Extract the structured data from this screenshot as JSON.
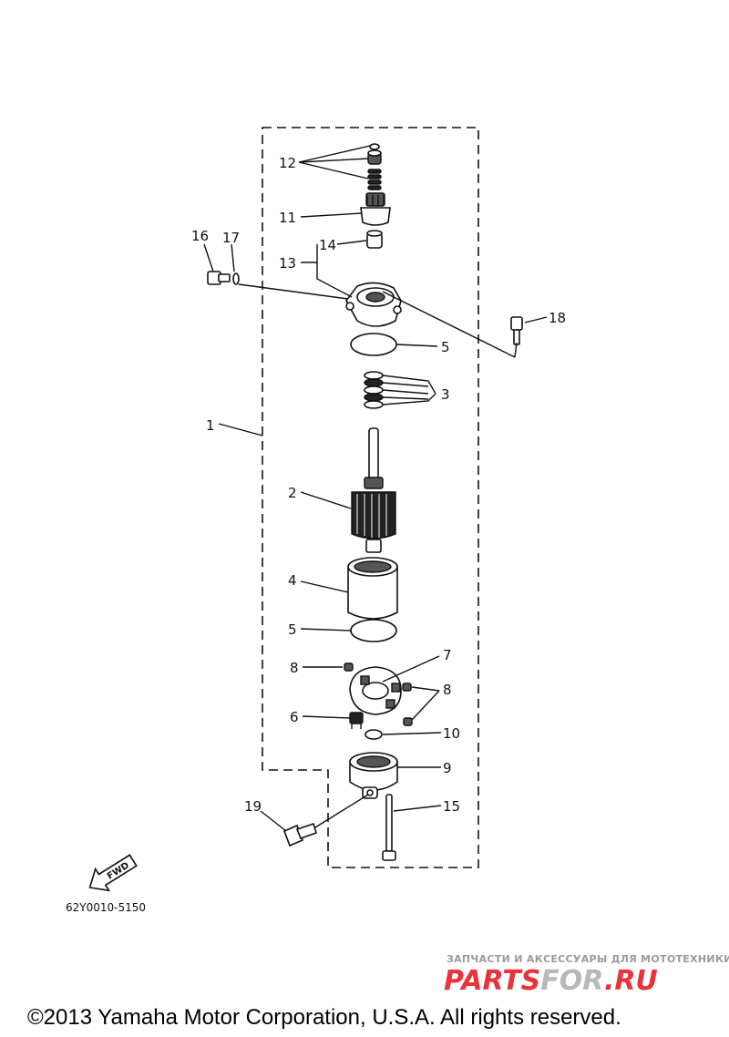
{
  "labels": {
    "l1": "1",
    "l2": "2",
    "l3": "3",
    "l4": "4",
    "l5a": "5",
    "l5b": "5",
    "l6": "6",
    "l7": "7",
    "l8a": "8",
    "l8b": "8",
    "l9": "9",
    "l10": "10",
    "l11": "11",
    "l12": "12",
    "l13": "13",
    "l14": "14",
    "l15": "15",
    "l16": "16",
    "l17": "17",
    "l18": "18",
    "l19": "19"
  },
  "fwd_label": "FWD",
  "diagram_code": "62Y0010-5150",
  "watermark": {
    "tagline": "ЗАПЧАСТИ И АКСЕССУАРЫ ДЛЯ МОТОТЕХНИКИ",
    "logo_part1": "PARTS",
    "logo_part2": "FOR",
    "logo_part3": ".RU",
    "colors": {
      "red": "#e8323c",
      "grey": "#b8b8b8"
    }
  },
  "copyright": "©2013 Yamaha Motor Corporation, U.S.A. All rights reserved."
}
